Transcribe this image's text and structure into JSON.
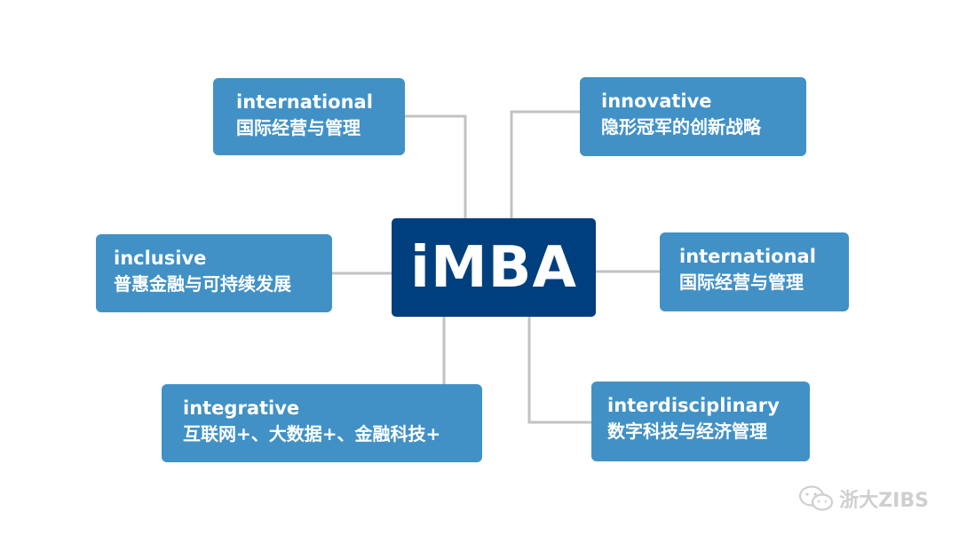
{
  "center": {
    "label": "iMBA"
  },
  "nodes": [
    {
      "id": "international-top-left",
      "en": "international",
      "zh": "国际经营与管理"
    },
    {
      "id": "innovative",
      "en": "innovative",
      "zh": "隐形冠军的创新战略"
    },
    {
      "id": "inclusive",
      "en": "inclusive",
      "zh": "普惠金融与可持续发展"
    },
    {
      "id": "international-right",
      "en": "international",
      "zh": "国际经营与管理"
    },
    {
      "id": "integrative",
      "en": "integrative",
      "zh": "互联网+、大数据+、金融科技+"
    },
    {
      "id": "interdisciplinary",
      "en": "interdisciplinary",
      "zh": "数字科技与经济管理"
    }
  ],
  "watermark": {
    "text": "浙大ZIBS",
    "icon": "wechat-icon"
  },
  "colors": {
    "node": "#4191c6",
    "center": "#003f7e",
    "connector": "#c2c2c2",
    "watermark": "#cfcfcf"
  }
}
